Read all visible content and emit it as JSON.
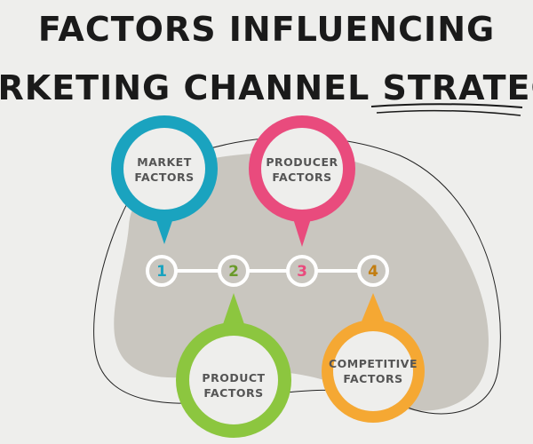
{
  "title": {
    "line1": "FACTORS INFLUENCING",
    "line2": "MARKETING CHANNEL STRATEGIE"
  },
  "steps": [
    {
      "number": "1",
      "color": "#1aa3bf",
      "label_line1": "MARKET",
      "label_line2": "FACTORS"
    },
    {
      "number": "2",
      "color": "#8cc63f",
      "label_line1": "PRODUCT",
      "label_line2": "FACTORS"
    },
    {
      "number": "3",
      "color": "#e94b7d",
      "label_line1": "PRODUCER",
      "label_line2": "FACTORS"
    },
    {
      "number": "4",
      "color": "#f5a833",
      "label_line1": "COMPETITIVE",
      "label_line2": "FACTORS"
    }
  ],
  "colors": {
    "blob": "#c9c6bf",
    "timeline": "#ffffff",
    "title": "#1a1a1a"
  }
}
